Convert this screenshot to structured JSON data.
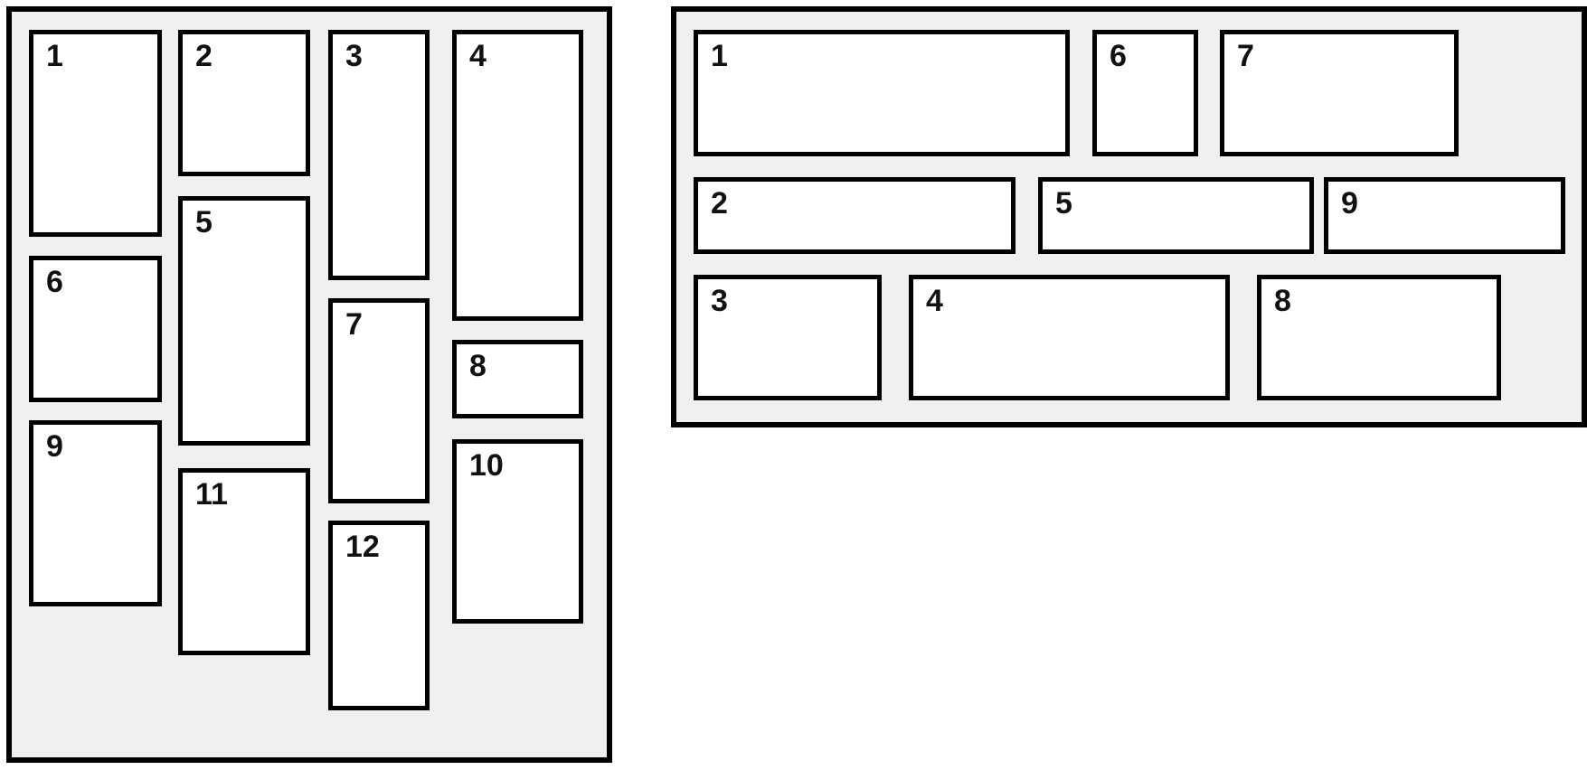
{
  "colors": {
    "panel_background": "#f0f0f0",
    "box_background": "#ffffff",
    "border": "#000000",
    "text": "#111111"
  },
  "masonry_panel": {
    "boxes": [
      {
        "label": "1"
      },
      {
        "label": "2"
      },
      {
        "label": "3"
      },
      {
        "label": "4"
      },
      {
        "label": "5"
      },
      {
        "label": "6"
      },
      {
        "label": "7"
      },
      {
        "label": "8"
      },
      {
        "label": "9"
      },
      {
        "label": "10"
      },
      {
        "label": "11"
      },
      {
        "label": "12"
      }
    ]
  },
  "rows_panel": {
    "boxes": [
      {
        "label": "1"
      },
      {
        "label": "2"
      },
      {
        "label": "3"
      },
      {
        "label": "4"
      },
      {
        "label": "5"
      },
      {
        "label": "6"
      },
      {
        "label": "7"
      },
      {
        "label": "8"
      },
      {
        "label": "9"
      }
    ]
  }
}
